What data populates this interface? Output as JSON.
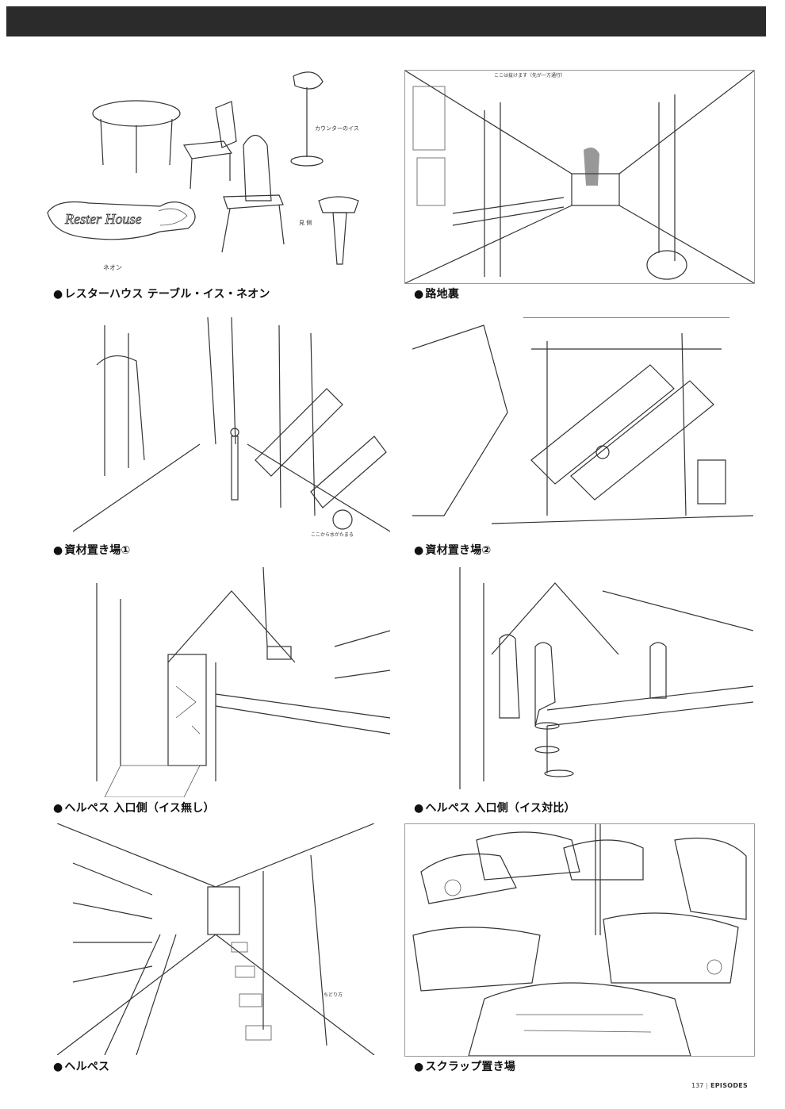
{
  "captions": [
    "レスターハウス テーブル・イス・ネオン",
    "路地裏",
    "資材置き場①",
    "資材置き場②",
    "ヘルペス 入口側（イス無し）",
    "ヘルペス 入口側（イス対比）",
    "ヘルペス",
    "スクラップ置き場"
  ],
  "bullet": "●",
  "annotations": {
    "neon_logo": "Rester House",
    "neon_note": "ネオン",
    "counter_chair": "カウンターのイス",
    "stool_side": "見 側",
    "alley_note": "ここは抜けます（先が一方通行）",
    "material_note": "ここから水がたまる",
    "herpes_note": "ちどり方"
  },
  "footer": {
    "page_number": "137",
    "section": "EPISODES"
  }
}
